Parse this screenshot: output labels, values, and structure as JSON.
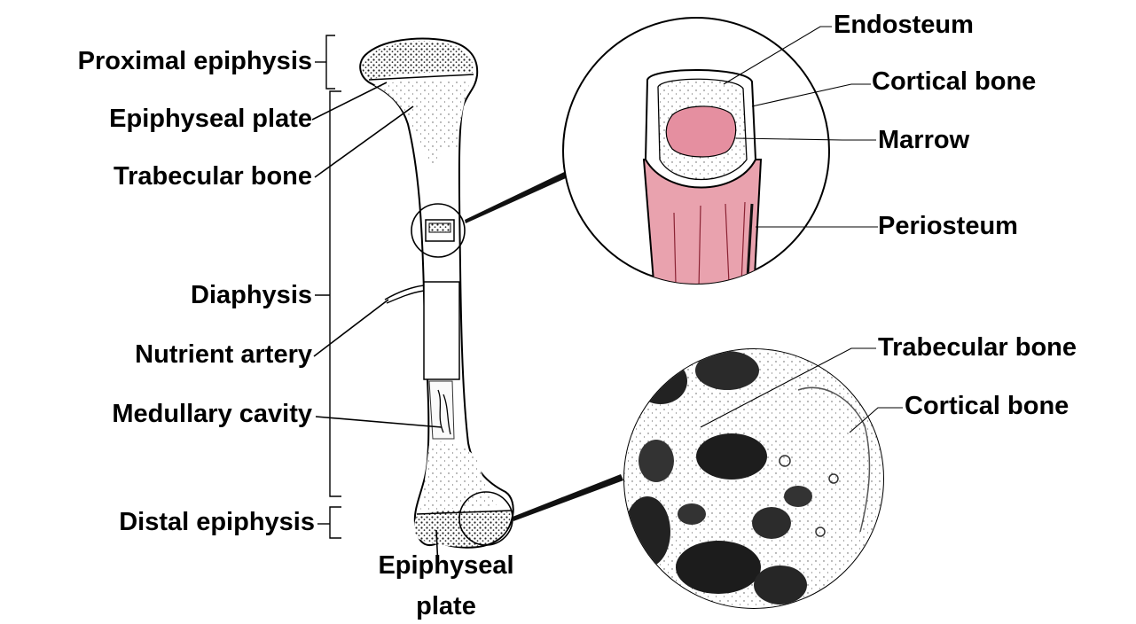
{
  "left_labels": {
    "proximal_epiphysis": "Proximal epiphysis",
    "epiphyseal_plate": "Epiphyseal plate",
    "trabecular_bone": "Trabecular bone",
    "diaphysis": "Diaphysis",
    "nutrient_artery": "Nutrient artery",
    "medullary_cavity": "Medullary cavity",
    "distal_epiphysis": "Distal epiphysis"
  },
  "bottom_label": {
    "line1": "Epiphyseal",
    "line2": "plate"
  },
  "top_inset_labels": {
    "endosteum": "Endosteum",
    "cortical_bone": "Cortical bone",
    "marrow": "Marrow",
    "periosteum": "Periosteum"
  },
  "bottom_inset_labels": {
    "trabecular_bone": "Trabecular bone",
    "cortical_bone": "Cortical bone"
  },
  "colors": {
    "marrow": "#e58fa0",
    "periosteum": "#e9a2ae",
    "line": "#000000"
  }
}
